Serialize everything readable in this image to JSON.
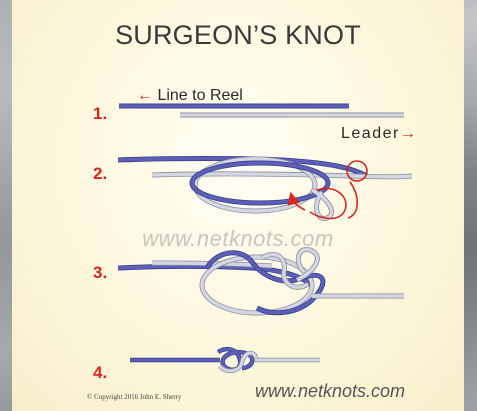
{
  "title": "SURGEON’S KNOT",
  "steps": [
    "1.",
    "2.",
    "3.",
    "4."
  ],
  "labels": {
    "line_to_reel": "Line to Reel",
    "leader": "Leader",
    "left_arrow": "←",
    "right_arrow": "→"
  },
  "watermark": "www.netknots.com",
  "copyright": "© Copyright 2016 John E. Sherry",
  "footer_url": "www.netknots.com",
  "colors": {
    "line_blue": "#5b5fb8",
    "leader_gray": "#c9ccd8",
    "accent_red": "#d7261e"
  }
}
